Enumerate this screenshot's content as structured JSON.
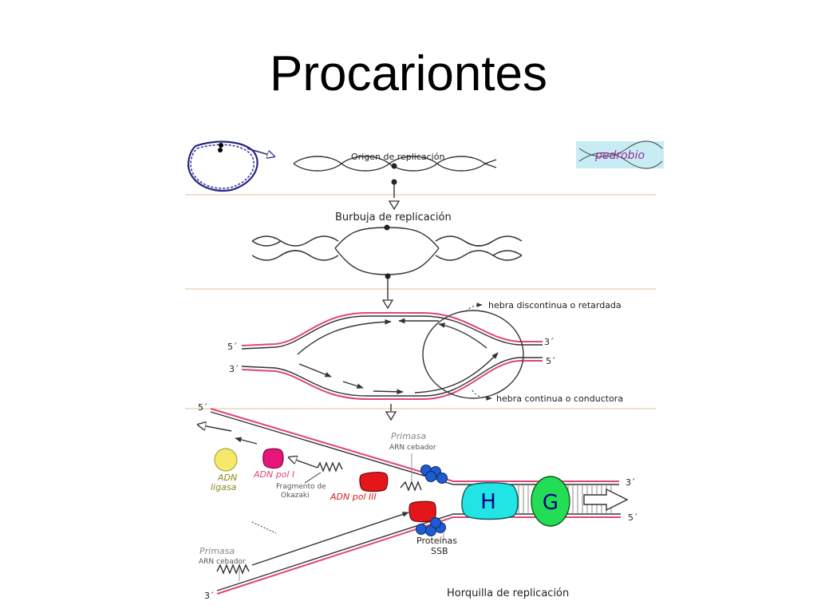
{
  "slide": {
    "title": "Procariontes"
  },
  "logo": {
    "text": "pedrobio"
  },
  "labels": {
    "origin": "Origen de replicación",
    "bubble": "Burbuja de replicación",
    "lagging": "hebra discontinua o retardada",
    "leading": "hebra continua o conductora",
    "fork": "Horquilla de replicación",
    "primasa": "Primasa",
    "arn_cebador": "ARN cebador",
    "adn_ligasa": [
      "ADN",
      "ligasa"
    ],
    "adn_pol_1": "ADN pol I",
    "adn_pol_3": "ADN pol III",
    "fragmento": [
      "Fragmento de",
      "Okazaki"
    ],
    "proteinas": [
      "Proteínas",
      "SSB"
    ],
    "helicase": "H",
    "gyrase": "G"
  },
  "ends": {
    "five": "5´",
    "three": "3´"
  },
  "colors": {
    "strand_pink": "#e0457b",
    "ligase": "#f5e86a",
    "pol1": "#e8157a",
    "pol3": "#e5161a",
    "ssb": "#1f5bd1",
    "helicase": "#22e4e4",
    "gyrase": "#22dd55",
    "enzyme_label": "#000080",
    "label_olive": "#8a8a1a",
    "label_pink": "#e0457b",
    "label_red": "#d62020",
    "label_blue": "#1f5bd1"
  }
}
